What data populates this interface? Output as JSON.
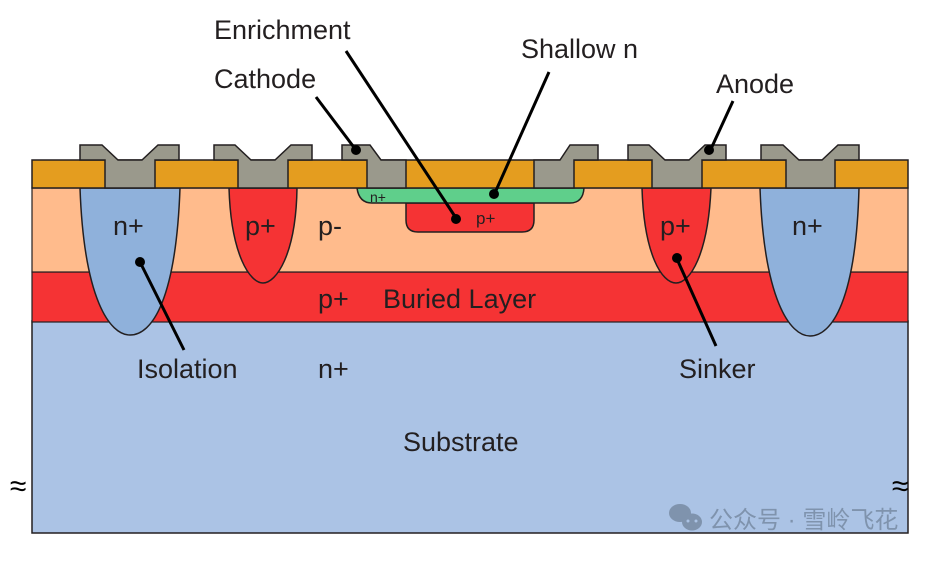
{
  "diagram": {
    "type": "semiconductor-cross-section",
    "colors": {
      "oxide": "#e49d1f",
      "metal": "#9a998c",
      "p_minus": "#ffbb8c",
      "p_plus": "#f53334",
      "n_plus_isolation": "#8fb1db",
      "substrate": "#abc3e5",
      "shallow_n": "#5fcf8b",
      "outline": "#231f20",
      "watermark": "#7f93ad"
    },
    "callouts": {
      "enrichment": "Enrichment",
      "cathode": "Cathode",
      "shallow_n": "Shallow n",
      "anode": "Anode",
      "isolation": "Isolation",
      "sinker": "Sinker"
    },
    "region_labels": {
      "left_isolation": "n+",
      "left_p_well": "p+",
      "epi": "p-",
      "cathode_contact": "n+",
      "enrichment_region": "p+",
      "sinker": "p+",
      "right_isolation": "n+",
      "buried_layer_type": "p+",
      "buried_layer": "Buried Layer",
      "substrate_type": "n+",
      "substrate": "Substrate"
    },
    "break_symbol": "≈",
    "watermark": {
      "icon": "wechat-icon",
      "text": "公众号 · 雪岭飞花"
    }
  }
}
